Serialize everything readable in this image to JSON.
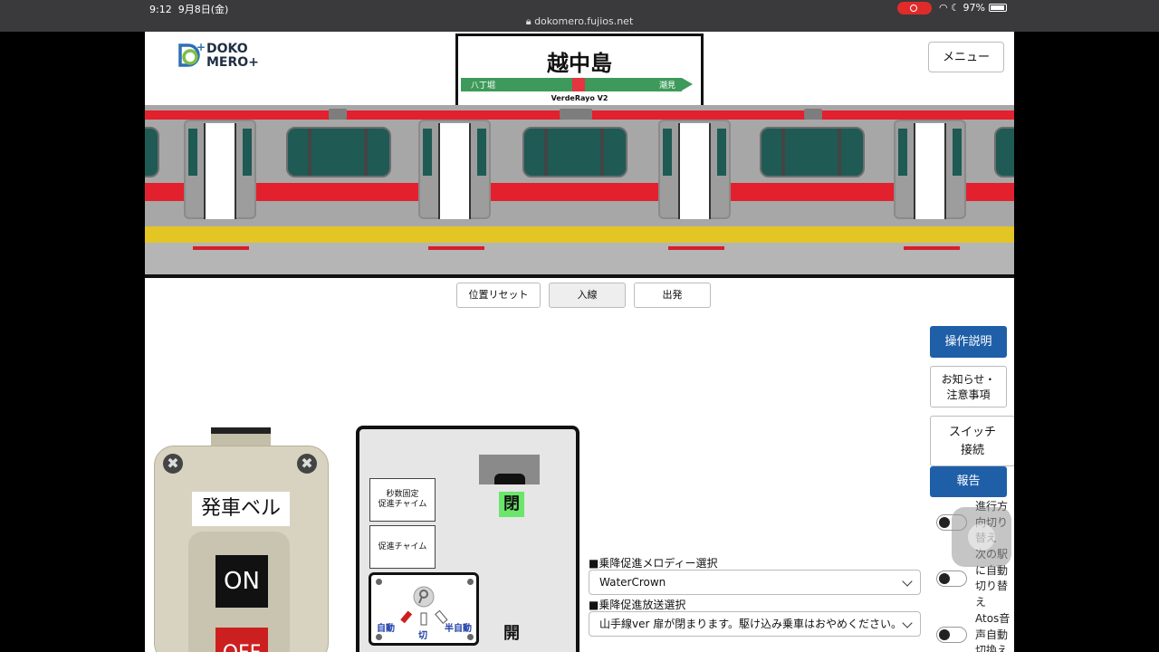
{
  "status_bar": {
    "time": "9:12",
    "date": "9月8日(金)",
    "url": "dokomero.fujios.net",
    "battery": "97%"
  },
  "header": {
    "logo_line1": "DOKO",
    "logo_line2": "MERO+",
    "station": {
      "name": "越中島",
      "prev": "八丁堀",
      "next": "潮見",
      "line_color": "#3d9a5a",
      "marker_color": "#e3363f",
      "sign_label": "VerdeRayo V2"
    },
    "menu_label": "メニュー"
  },
  "train": {
    "body_color": "#a7a7a7",
    "stripe_color": "#e3202d",
    "window_color": "#1f5a55"
  },
  "controls": {
    "reset": "位置リセット",
    "arrive": "入線",
    "depart": "出発"
  },
  "side": {
    "help": "操作説明",
    "notice_line1": "お知らせ・",
    "notice_line2": "注意事項",
    "switch_line1": "スイッチ",
    "switch_line2": "接続",
    "report": "報告",
    "toggles": [
      {
        "label": "進行方向切り替え",
        "on": false
      },
      {
        "label": "次の駅に自動切り替え",
        "on": false
      },
      {
        "label": "Atos音声自動切換え",
        "on": false
      }
    ]
  },
  "bell": {
    "label": "発車ベル",
    "on": "ON",
    "off": "OFF"
  },
  "door_panel": {
    "fixed_chime_line1": "秒数固定",
    "fixed_chime_line2": "促進チャイム",
    "chime": "促進チャイム",
    "close_lamp": "閉",
    "open_lamp": "開",
    "mode_auto": "自動",
    "mode_off": "切",
    "mode_semi": "半自動"
  },
  "melody": {
    "title": "■乗降促進メロディー選択",
    "value": "WaterCrown"
  },
  "broadcast": {
    "title": "■乗降促進放送選択",
    "value": "山手線ver 扉が閉まります。駆け込み乗車はおやめください。"
  }
}
